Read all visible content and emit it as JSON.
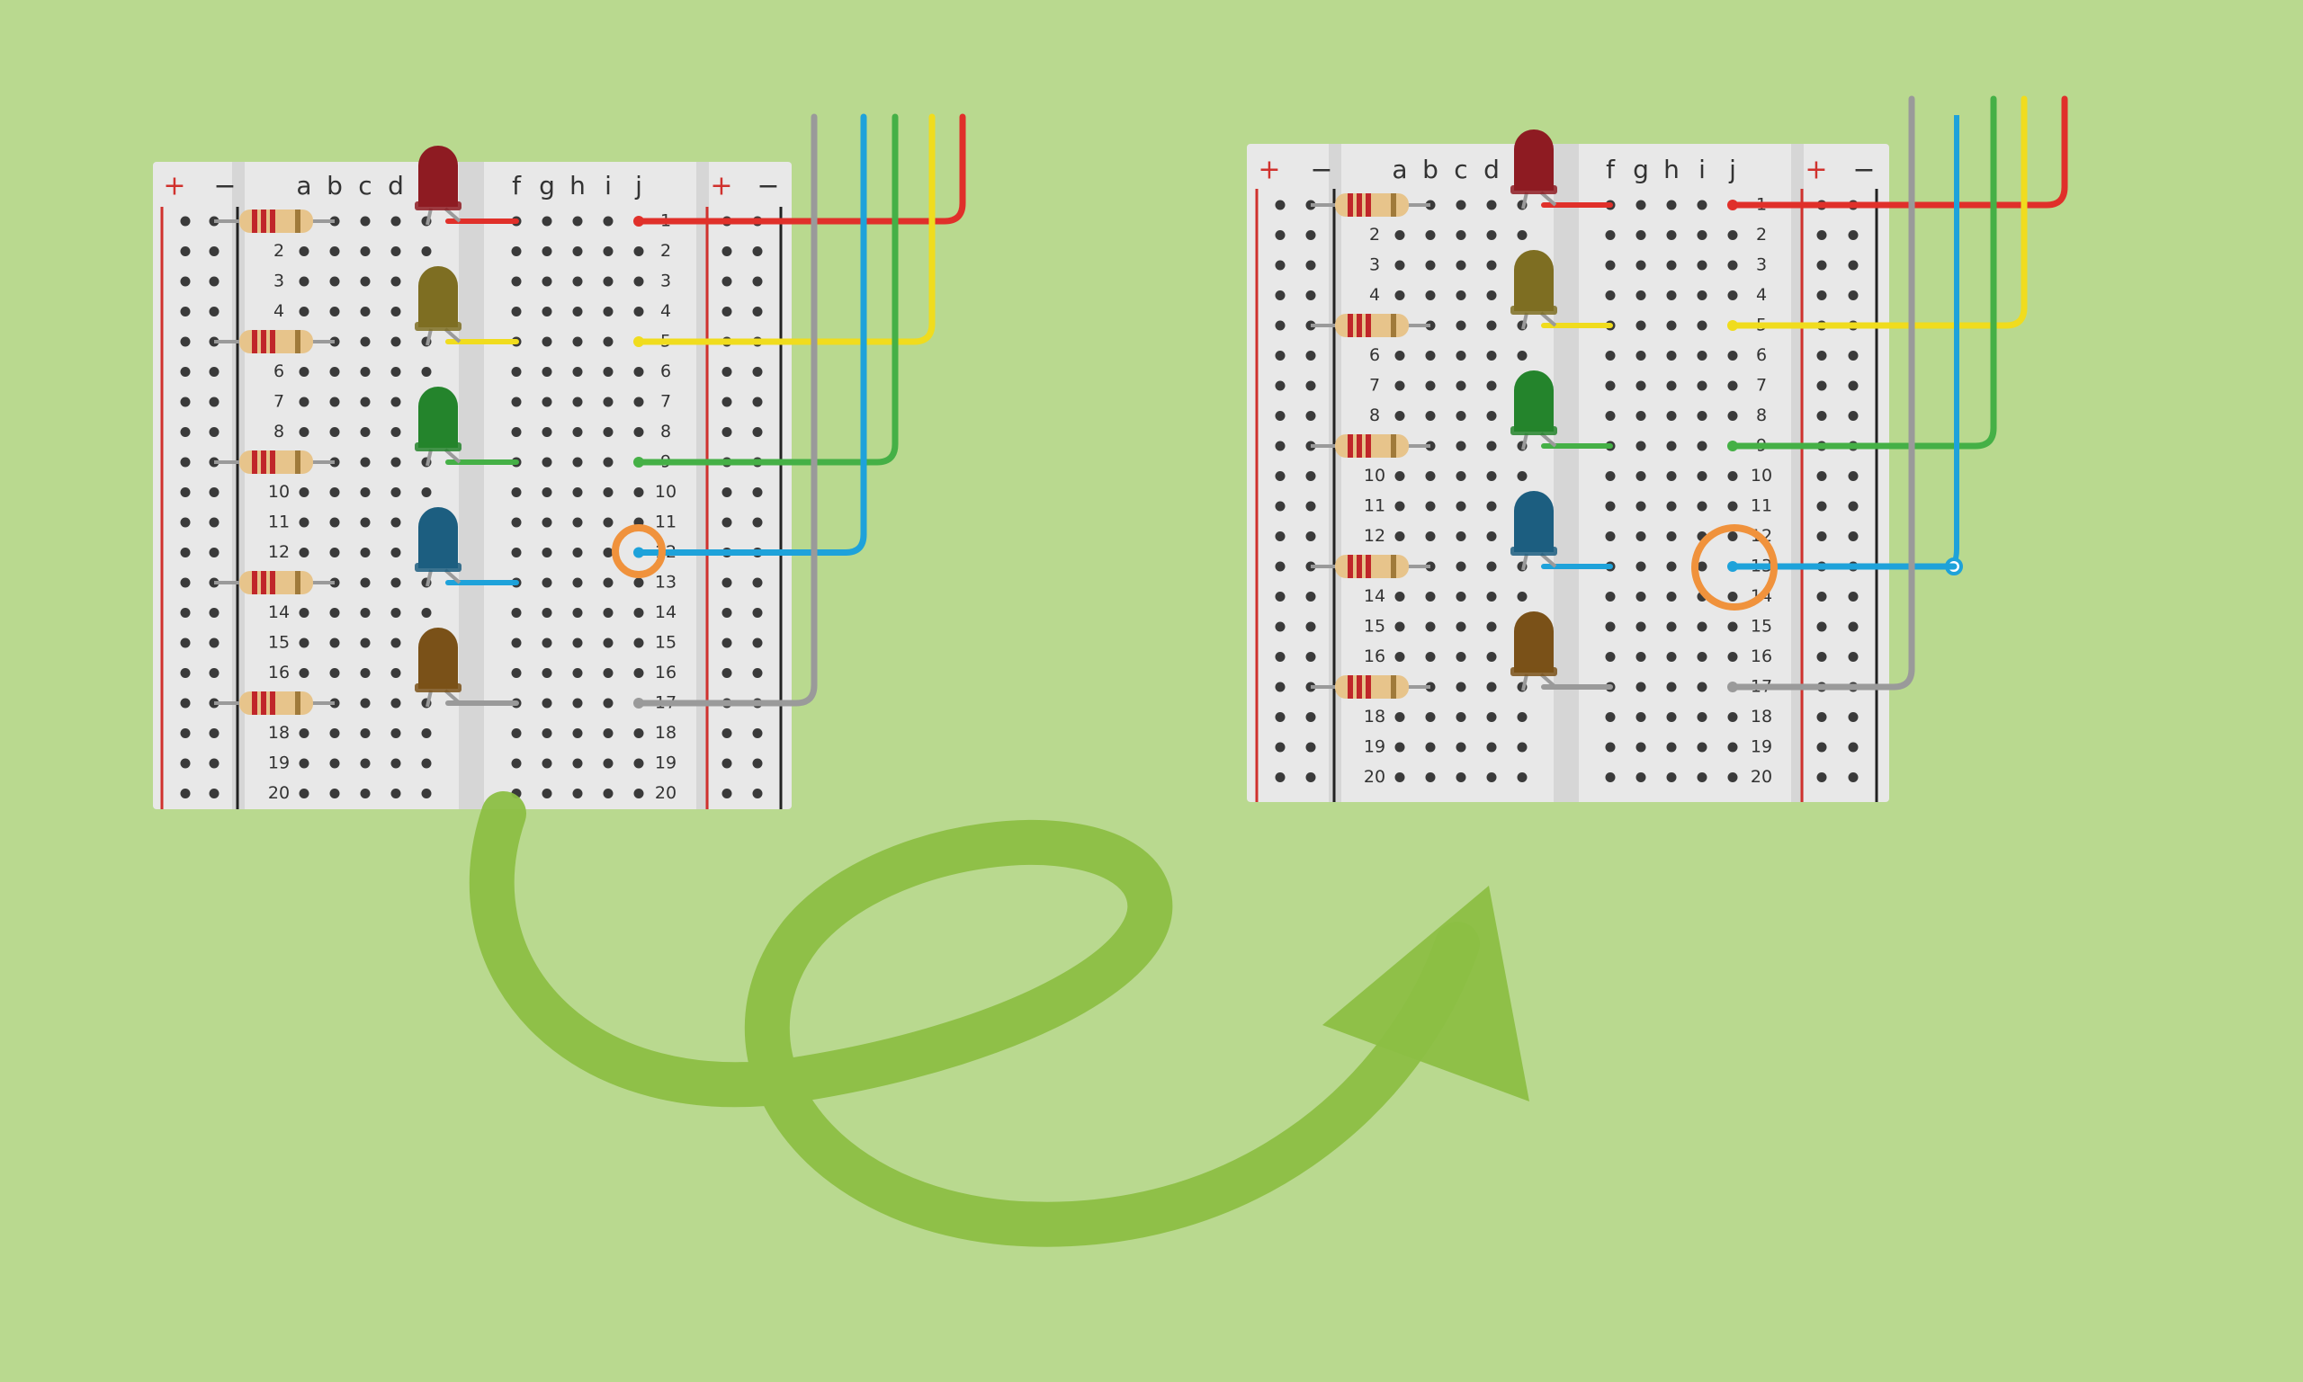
{
  "colors": {
    "background": "#b9d98f",
    "board": "#e8e8e8",
    "board_channel": "#d6d6d6",
    "rail_plus": "#d0312d",
    "rail_minus": "#222222",
    "hole": "#3a3a3a",
    "highlight_ring": "#f0923c",
    "arrow": "#8cbf45"
  },
  "labels": {
    "rail_plus": "+",
    "rail_minus": "−",
    "columns_left": [
      "a",
      "b",
      "c",
      "d"
    ],
    "columns_right": [
      "f",
      "g",
      "h",
      "i",
      "j"
    ],
    "rows": [
      "1",
      "2",
      "3",
      "4",
      "5",
      "6",
      "7",
      "8",
      "9",
      "10",
      "11",
      "12",
      "13",
      "14",
      "15",
      "16",
      "17",
      "18",
      "19",
      "20"
    ]
  },
  "leds": [
    {
      "name": "red-led",
      "color": "#8e1b22"
    },
    {
      "name": "olive-led",
      "color": "#7e6e22"
    },
    {
      "name": "green-led",
      "color": "#24842c"
    },
    {
      "name": "blue-led",
      "color": "#1c5e80"
    },
    {
      "name": "brown-led",
      "color": "#7a5118"
    }
  ],
  "wires": [
    {
      "name": "red-wire",
      "color": "#e0302a"
    },
    {
      "name": "yellow-wire",
      "color": "#f0dc1e"
    },
    {
      "name": "green-wire",
      "color": "#45b046"
    },
    {
      "name": "blue-wire",
      "color": "#1ea2da"
    },
    {
      "name": "gray-wire",
      "color": "#9a9a9a"
    }
  ],
  "boards": [
    {
      "name": "breadboard-before",
      "note": "blue wire ends at column j, row 12"
    },
    {
      "name": "breadboard-after",
      "note": "blue wire moved to column j, row 13"
    }
  ],
  "icons": {
    "transition_arrow": "curly-arrow-icon"
  }
}
